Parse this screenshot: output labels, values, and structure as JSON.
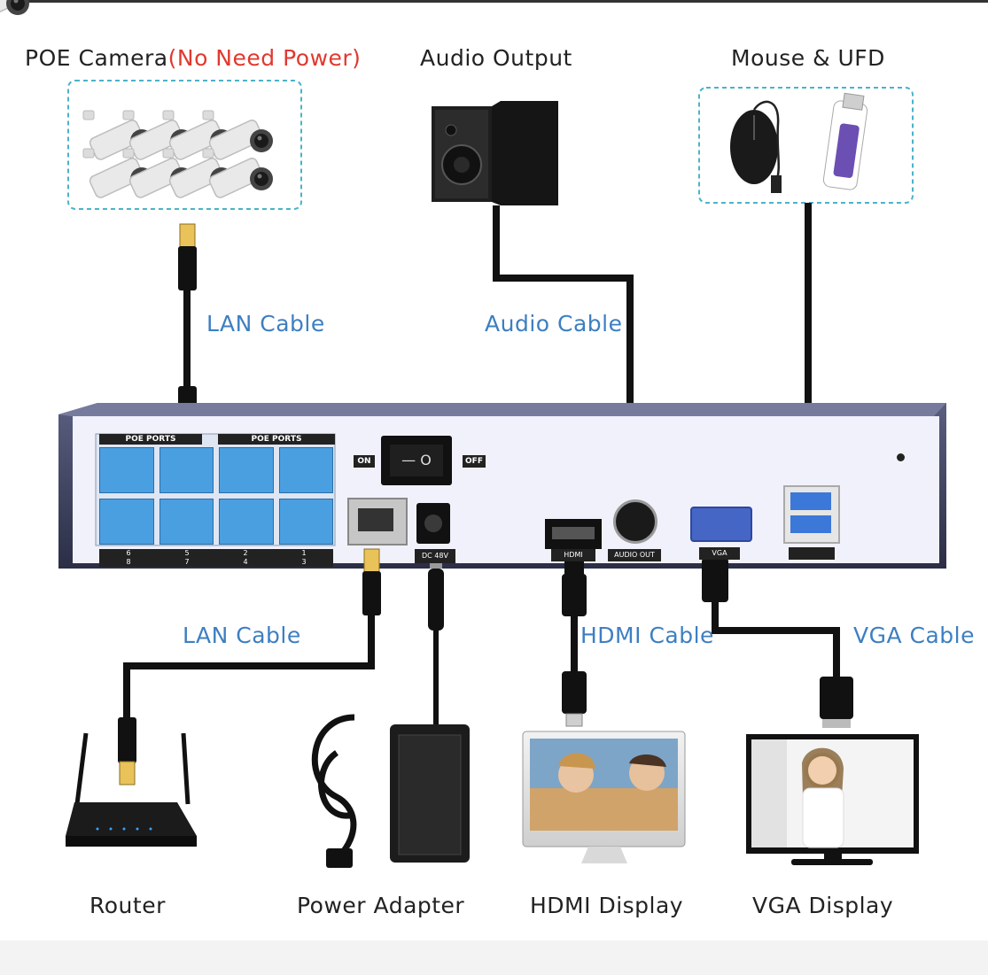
{
  "labels": {
    "poe_camera": "POE Camera",
    "no_need_power": "(No Need Power)",
    "audio_output": "Audio Output",
    "mouse_ufd": "Mouse & UFD",
    "lan_cable_top": "LAN Cable",
    "audio_cable": "Audio Cable",
    "lan_cable_bottom": "LAN Cable",
    "hdmi_cable": "HDMI Cable",
    "vga_cable": "VGA Cable",
    "router": "Router",
    "power_adapter": "Power Adapter",
    "hdmi_display": "HDMI Display",
    "vga_display": "VGA Display"
  },
  "nvr_panel": {
    "poe_ports_left": "POE PORTS",
    "poe_ports_right": "POE PORTS",
    "on": "ON",
    "off": "OFF",
    "switch_symbols": "— O",
    "audio_out": "AUDIO OUT",
    "hdmi_port": "HDMI",
    "vga_port": "VGA",
    "dc_port": "DC 48V",
    "port_numbers": [
      "6",
      "5",
      "2",
      "1",
      "8",
      "7",
      "4",
      "3"
    ]
  },
  "colors": {
    "label_blue": "#3d7fc1",
    "label_red": "#e0392f",
    "panel": "#f1f1fb",
    "poe_port": "#4a9fe0",
    "nvr_body": "#3b3f5c",
    "dashed_box": "#4bb3c8"
  },
  "icons": [
    "poe-camera-icon",
    "speaker-icon",
    "mouse-icon",
    "usb-drive-icon",
    "router-icon",
    "power-adapter-icon",
    "hdmi-monitor-icon",
    "vga-monitor-icon"
  ]
}
